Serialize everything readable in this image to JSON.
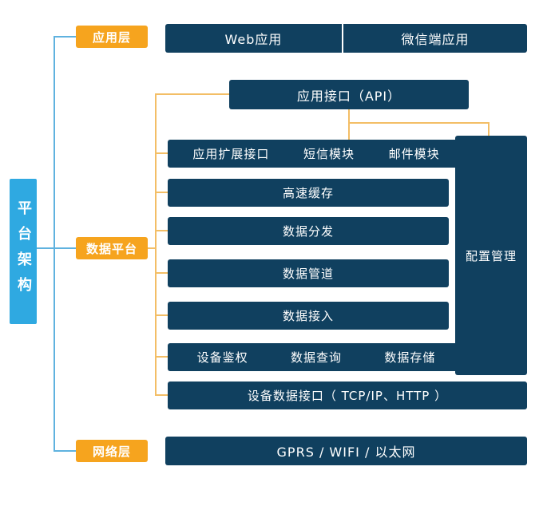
{
  "diagram": {
    "title": "平台架构",
    "labels": {
      "app_layer": "应用层",
      "data_platform": "数据平台",
      "network_layer": "网络层"
    },
    "app_bar": {
      "web": "Web应用",
      "wechat": "微信端应用"
    },
    "api": "应用接口（API）",
    "stack": {
      "row1": [
        "应用扩展接口",
        "短信模块",
        "邮件模块"
      ],
      "cache": "高速缓存",
      "distribute": "数据分发",
      "pipeline": "数据管道",
      "access": "数据接入",
      "row6": [
        "设备鉴权",
        "数据查询",
        "数据存储"
      ],
      "device_interface": "设备数据接口（ TCP/IP、HTTP ）"
    },
    "config": "配置管理",
    "network_bar": "GPRS / WIFI / 以太网",
    "colors": {
      "navy": "#10405F",
      "orange": "#F6A41E",
      "light_blue": "#2FA9E1",
      "line_yellow": "#F3BE66",
      "line_blue": "#5FB2DF"
    }
  }
}
